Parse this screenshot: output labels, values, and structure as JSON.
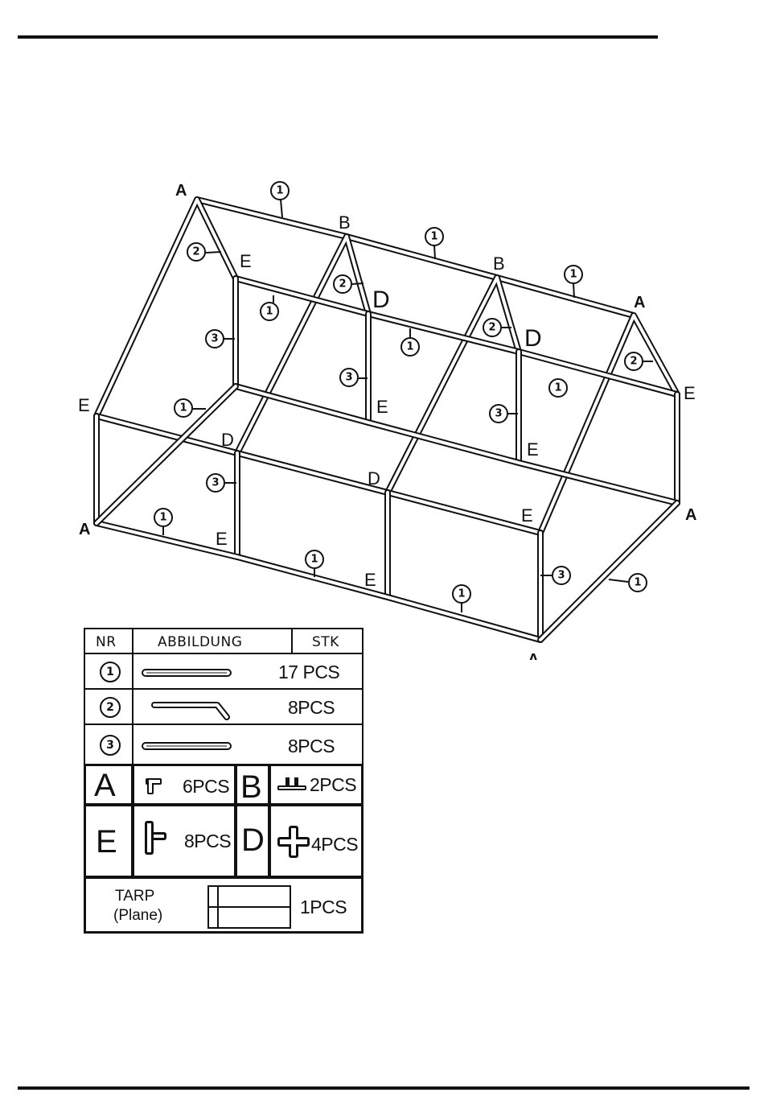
{
  "diagram": {
    "labels": {
      "A": "A",
      "B": "B",
      "D": "D",
      "E": "E"
    },
    "part_numbers": {
      "p1": "1",
      "p2": "2",
      "p3": "3"
    }
  },
  "table": {
    "headers": {
      "nr": "NR",
      "image": "ABBILDUNG",
      "qty": "STK"
    },
    "rows": [
      {
        "nr": "1",
        "qty": "17 PCS",
        "icon": "straight-tube-icon"
      },
      {
        "nr": "2",
        "qty": "8PCS",
        "icon": "bent-tube-icon"
      },
      {
        "nr": "3",
        "qty": "8PCS",
        "icon": "straight-tube-icon"
      }
    ],
    "connectors": [
      {
        "letter": "A",
        "qty": "6PCS",
        "icon": "corner-connector-icon"
      },
      {
        "letter": "B",
        "qty": "2PCS",
        "icon": "ridge-connector-icon"
      },
      {
        "letter": "E",
        "qty": "8PCS",
        "icon": "t-connector-icon"
      },
      {
        "letter": "D",
        "qty": "4PCS",
        "icon": "cross-connector-icon"
      }
    ],
    "tarp": {
      "label_line1": "TARP",
      "label_line2": "(Plane)",
      "qty": "1PCS",
      "icon": "tarp-icon"
    }
  }
}
